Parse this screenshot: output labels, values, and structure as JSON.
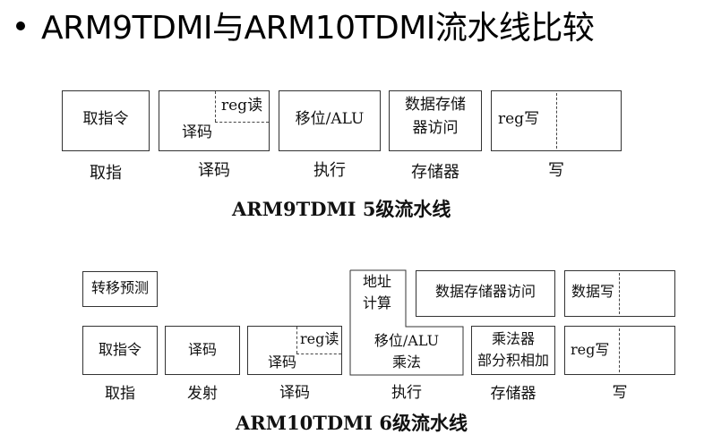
{
  "title": "ARM9TDMI与ARM10TDMI流水线比较",
  "arm9": {
    "caption": "ARM9TDMI  5级流水线",
    "boxes": {
      "fetch": "取指令",
      "decode": "译码",
      "reg_read": "reg读",
      "exec": "移位/ALU",
      "mem_line1": "数据存储",
      "mem_line2": "器访问",
      "write": "reg写"
    },
    "stages": [
      "取指",
      "译码",
      "执行",
      "存储器",
      "写"
    ]
  },
  "arm10": {
    "caption": "ARM10TDMI 6级流水线",
    "boxes": {
      "branch_predict": "转移预测",
      "fetch": "取指令",
      "issue": "译码",
      "decode": "译码",
      "reg_read": "reg读",
      "addr_line1": "地址",
      "addr_line2": "计算",
      "exec_line1": "移位/ALU",
      "exec_line2": "乘法",
      "mem_access": "数据存储器访问",
      "mul_line1": "乘法器",
      "mul_line2": "部分积相加",
      "data_write": "数据写",
      "write": "reg写"
    },
    "stages": [
      "取指",
      "发射",
      "译码",
      "执行",
      "存储器",
      "写"
    ]
  }
}
